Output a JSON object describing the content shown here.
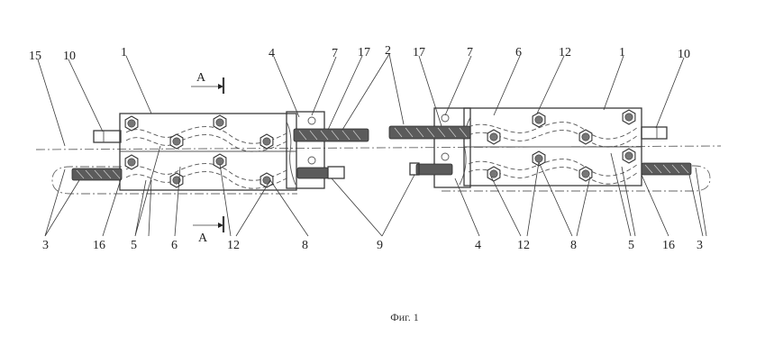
{
  "caption": "Фиг. 1",
  "section_mark": "A",
  "labels": [
    "15",
    "10",
    "1",
    "4",
    "7",
    "17",
    "2",
    "17",
    "7",
    "6",
    "12",
    "1",
    "10",
    "3",
    "16",
    "5",
    "6",
    "12",
    "8",
    "9",
    "4",
    "12",
    "8",
    "5",
    "16",
    "3"
  ]
}
